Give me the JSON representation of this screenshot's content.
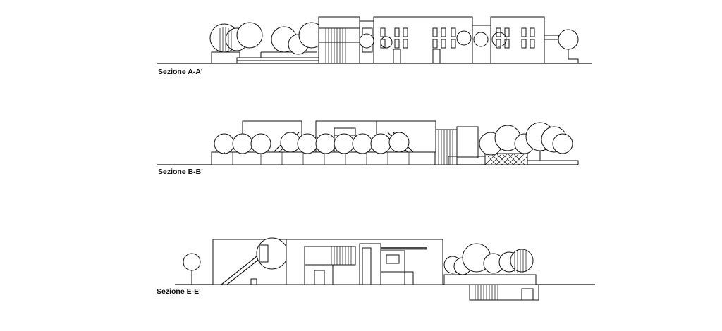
{
  "sections": [
    {
      "id": "a",
      "label": "Sezione A-A'"
    },
    {
      "id": "b",
      "label": "Sezione B-B'"
    },
    {
      "id": "e",
      "label": "Sezione E-E'"
    }
  ],
  "colors": {
    "ink": "#111111",
    "paper": "#ffffff"
  }
}
